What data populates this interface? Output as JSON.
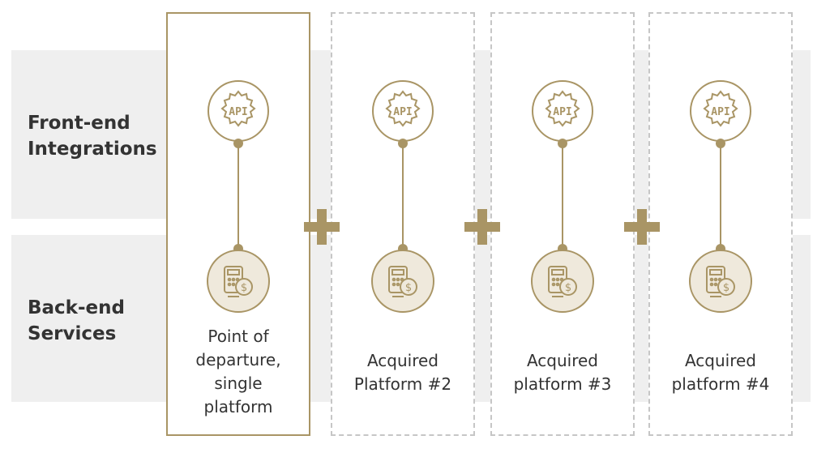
{
  "rows": {
    "front_end": "Front-end\nIntegrations",
    "back_end": "Back-end\nServices"
  },
  "api_label": "API",
  "columns": [
    {
      "id": "col-1",
      "caption": "Point of\ndeparture,\nsingle\nplatform",
      "style": "solid"
    },
    {
      "id": "col-2",
      "caption": "Acquired\nPlatform #2",
      "style": "dashed"
    },
    {
      "id": "col-3",
      "caption": "Acquired\nplatform #3",
      "style": "dashed"
    },
    {
      "id": "col-4",
      "caption": "Acquired\nplatform #4",
      "style": "dashed"
    }
  ],
  "icons": {
    "top": "api-gear-icon",
    "bottom": "calculator-coin-icon",
    "separator": "plus-icon"
  },
  "colors": {
    "accent": "#a99565",
    "band": "#efefef",
    "dashed_border": "#c6c6c6",
    "text": "#333333"
  }
}
